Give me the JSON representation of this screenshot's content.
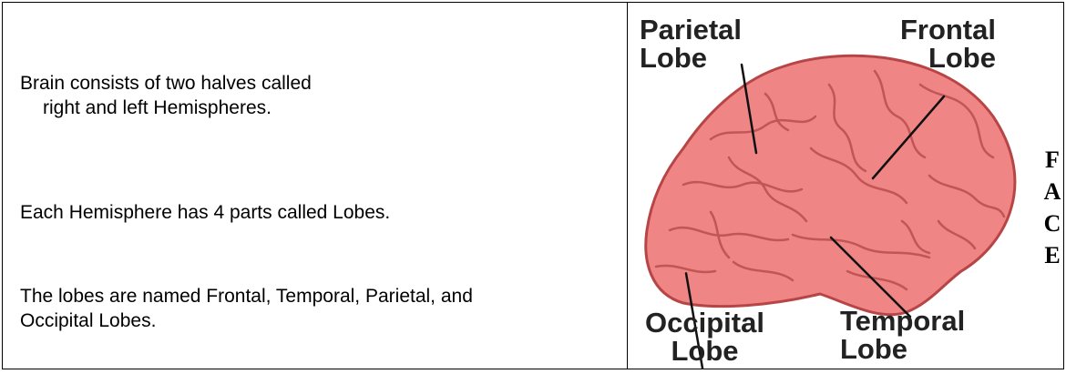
{
  "text_panel": {
    "p1_line1": "Brain consists of two halves called",
    "p1_line2": "right and left Hemispheres.",
    "p2": "Each Hemisphere has 4 parts called Lobes.",
    "p3_line1": "The lobes are named Frontal, Temporal, Parietal, and",
    "p3_line2": "Occipital Lobes."
  },
  "diagram": {
    "labels": {
      "parietal_1": "Parietal",
      "parietal_2": "Lobe",
      "frontal_1": "Frontal",
      "frontal_2": "Lobe",
      "occipital_1": "Occipital",
      "occipital_2": "Lobe",
      "temporal_1": "Temporal",
      "temporal_2": "Lobe"
    },
    "face_letters": [
      "F",
      "A",
      "C",
      "E"
    ],
    "brain_color": "#f08585",
    "brain_outline": "#b84545"
  }
}
